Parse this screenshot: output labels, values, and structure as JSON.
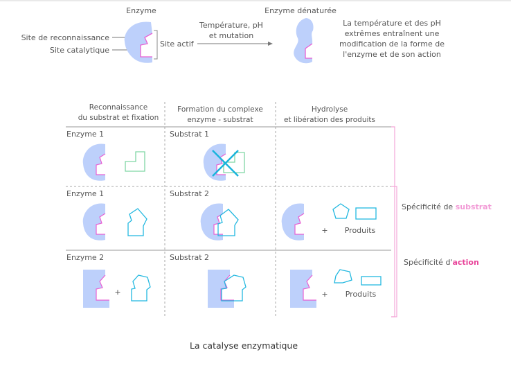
{
  "top": {
    "enzyme_label": "Enzyme",
    "recognition_label": "Site de reconnaissance",
    "catalytic_label": "Site catalytique",
    "active_site_label": "Site actif",
    "arrow_label_line1": "Température, pH",
    "arrow_label_line2": "et mutation",
    "denatured_label": "Enzyme dénaturée",
    "note_lines": [
      "La température et des pH",
      "extrêmes entraînent une",
      "modification de la forme de",
      "l'enzyme et de son action"
    ]
  },
  "table": {
    "col_headers": [
      [
        "Reconnaissance",
        "du substrat et fixation"
      ],
      [
        "Formation du complexe",
        "enzyme - substrat"
      ],
      [
        "Hydrolyse",
        "et libération des produits"
      ]
    ],
    "row1": {
      "c1": "Enzyme 1",
      "c2": "Substrat 1"
    },
    "row2": {
      "c1": "Enzyme 1",
      "c2": "Substrat 2"
    },
    "row3": {
      "c1": "Enzyme 2",
      "c2": "Substrat 2"
    },
    "plus": "+",
    "products": "Produits"
  },
  "specificity": {
    "substrate_prefix": "Spécificité de ",
    "substrate_word": "substrat",
    "action_prefix": "Spécificité d'",
    "action_word": "action"
  },
  "caption": "La catalyse enzymatique",
  "colors": {
    "enzyme_fill": "#bdd0fb",
    "site_magenta": "#e85fd3",
    "substrate_cyan": "#22b8e0",
    "substrate1_green": "#7fd6a4",
    "cross": "#19b4dc",
    "bracket_pink": "#f4a6d8",
    "action_pink": "#e8449a",
    "dashed_line": "#a7a7a7"
  }
}
